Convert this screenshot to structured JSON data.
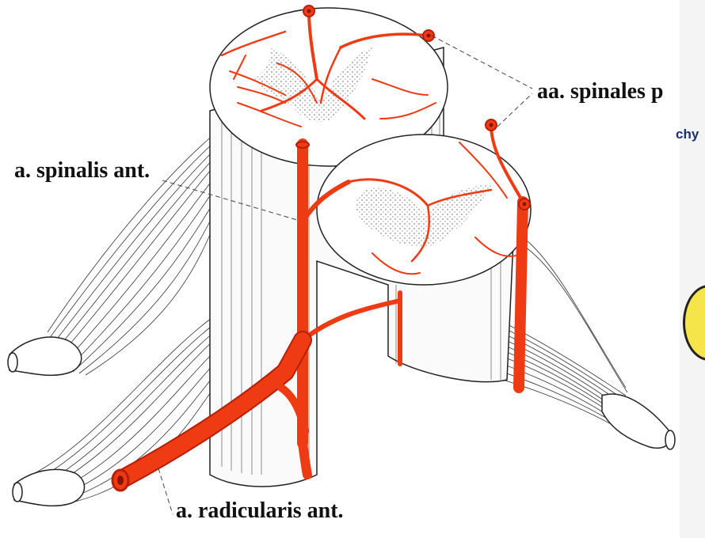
{
  "labels": {
    "spinalis_ant": "a. spinalis ant.",
    "spinales_post": "aa. spinales p",
    "radicularis_ant": "a. radicularis ant.",
    "side_fragment": "chy"
  },
  "colors": {
    "artery": "#ee3b14",
    "artery_outline": "#b71f08",
    "nerve_lines": "#222222",
    "grey_matter_stipple": "#555555",
    "label_text": "#111111",
    "side_text": "#1d2f6e",
    "side_blob": "#f5e44a"
  }
}
